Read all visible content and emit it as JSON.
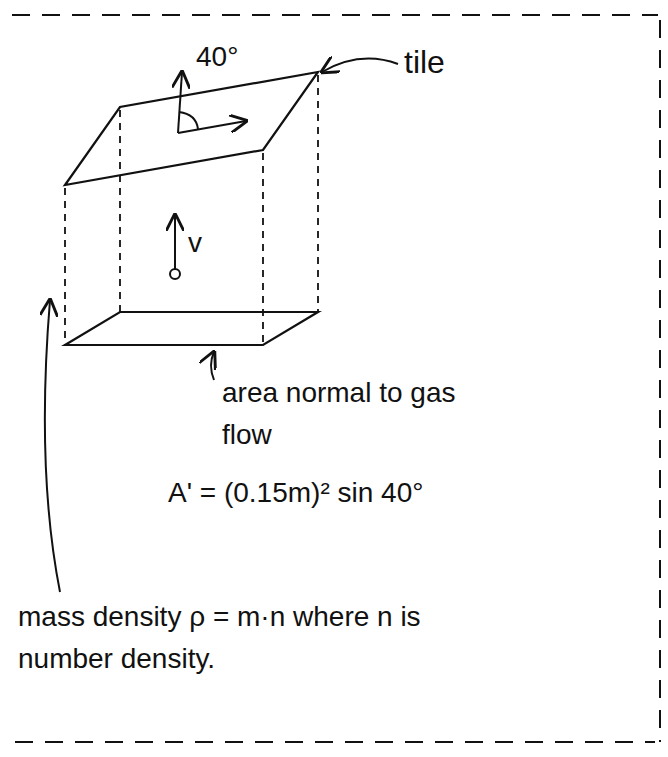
{
  "diagram": {
    "labels": [
      "40°",
      "tile",
      "v",
      "area normal to gas flow",
      "A' = (0.15m)² sin 40°",
      "mass density ρ = m·n where n is number density."
    ]
  }
}
